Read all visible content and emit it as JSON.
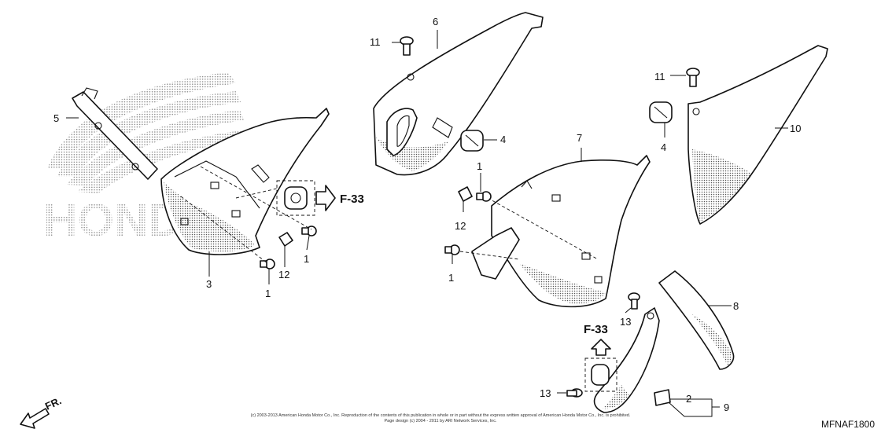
{
  "callouts": [
    {
      "id": "c1a",
      "label": "1"
    },
    {
      "id": "c1b",
      "label": "1"
    },
    {
      "id": "c1c",
      "label": "1"
    },
    {
      "id": "c1d",
      "label": "1"
    },
    {
      "id": "c2",
      "label": "2"
    },
    {
      "id": "c3",
      "label": "3"
    },
    {
      "id": "c4a",
      "label": "4"
    },
    {
      "id": "c4b",
      "label": "4"
    },
    {
      "id": "c5",
      "label": "5"
    },
    {
      "id": "c6",
      "label": "6"
    },
    {
      "id": "c7",
      "label": "7"
    },
    {
      "id": "c8",
      "label": "8"
    },
    {
      "id": "c9",
      "label": "9"
    },
    {
      "id": "c10",
      "label": "10"
    },
    {
      "id": "c11a",
      "label": "11"
    },
    {
      "id": "c11b",
      "label": "11"
    },
    {
      "id": "c12a",
      "label": "12"
    },
    {
      "id": "c12b",
      "label": "12"
    },
    {
      "id": "c13a",
      "label": "13"
    },
    {
      "id": "c13b",
      "label": "13"
    }
  ],
  "references": [
    {
      "id": "ref1",
      "label": "F-33"
    },
    {
      "id": "ref2",
      "label": "F-33"
    }
  ],
  "watermark": "HONDA",
  "front_label": "FR.",
  "diagram_code": "MFNAF1800",
  "copyright_line1": "(c) 2003-2013 American Honda Motor Co., Inc. Reproduction of the contents of this publication in whole or in part without the express written approval of American Honda Motor Co., Inc. is prohibited.",
  "copyright_line2": "Page design (c) 2004 - 2011 by ARI Network Services, Inc."
}
